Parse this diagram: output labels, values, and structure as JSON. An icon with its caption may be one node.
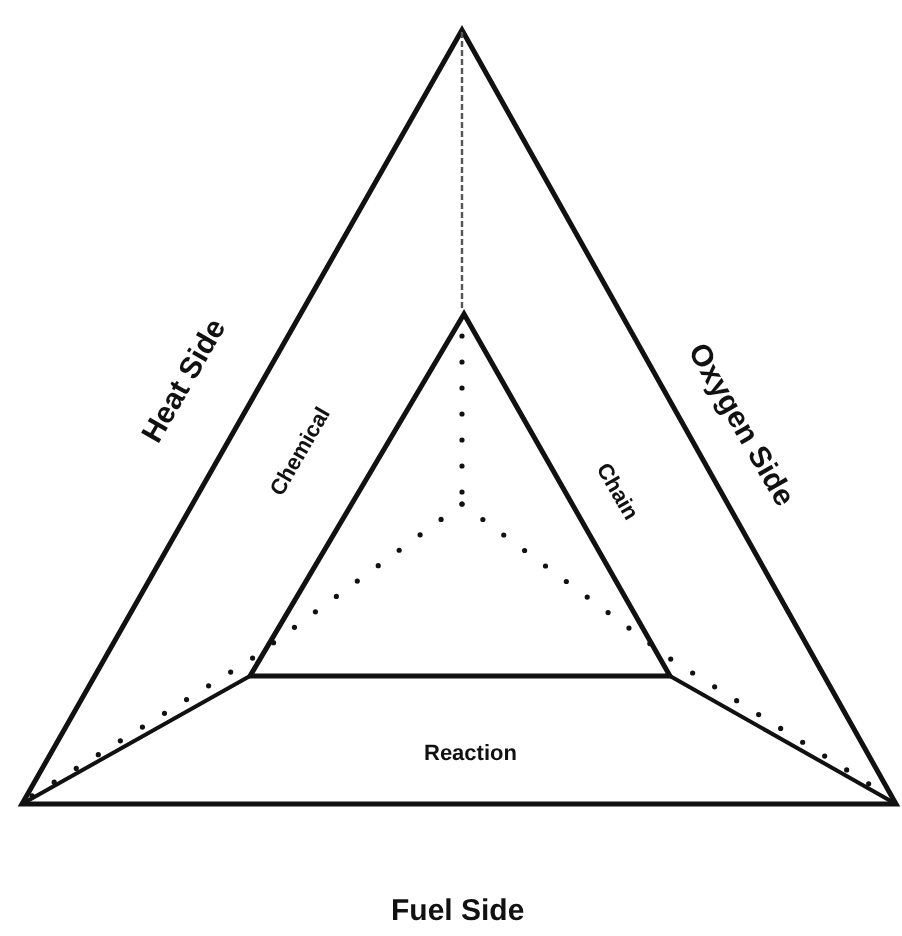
{
  "diagram": {
    "labels": [
      "Heat Side",
      "Chemical",
      "Chain",
      "Oxygen Side",
      "Reaction",
      "Fuel Side"
    ]
  }
}
